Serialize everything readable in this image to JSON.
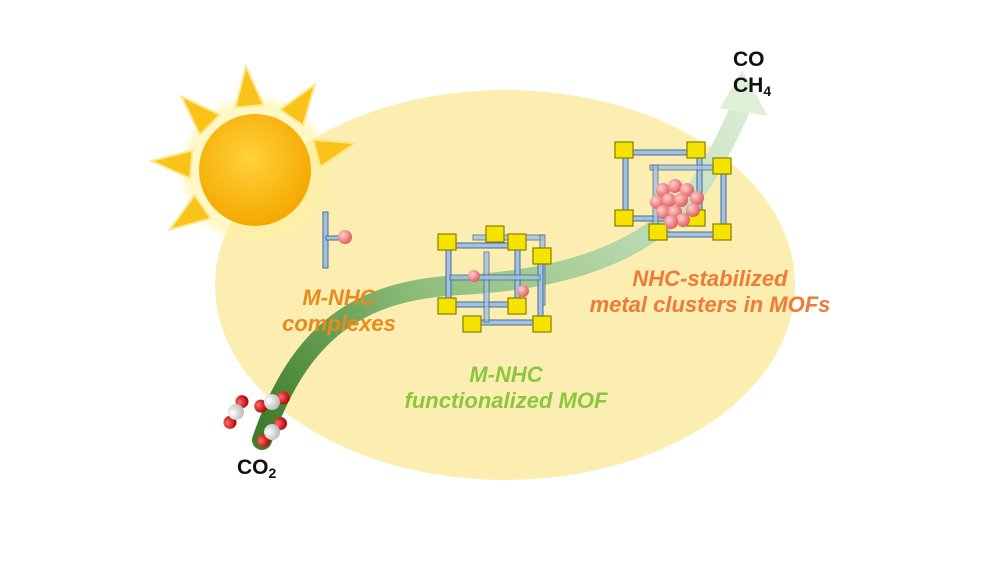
{
  "colors": {
    "background": "#ffffff",
    "ellipse": "#fbeeb0",
    "sun": "#f8b400",
    "sun_rays": "#f9c31a",
    "arrow_dark": "#3f7d2c",
    "arrow_light": "#d9edd3",
    "complex_label": "#e98a1f",
    "mof_label": "#8cc63f",
    "cluster_label": "#ef7a3a",
    "node_yellow": "#f5e400",
    "linker_blue": "#9fc3e6",
    "metal_pink": "#f28a8a",
    "oxygen_red": "#d21414",
    "carbon_white": "#f0f0f0"
  },
  "labels": {
    "complexes": [
      "M-NHC",
      "complexes"
    ],
    "functionalized_mof": [
      "M-NHC",
      "functionalized MOF"
    ],
    "clusters": [
      "NHC-stabilized",
      "metal clusters in MOFs"
    ]
  },
  "reactant": {
    "formula": "CO",
    "subscript": "2"
  },
  "products": [
    {
      "formula": "CO",
      "subscript": ""
    },
    {
      "formula": "CH",
      "subscript": "4"
    }
  ],
  "icons": {
    "sun": "sun-icon",
    "complex": "m-nhc-complex-icon",
    "mof": "mof-framework-icon",
    "cluster_mof": "cluster-mof-icon",
    "co2_molecules": "co2-molecule-icon"
  }
}
